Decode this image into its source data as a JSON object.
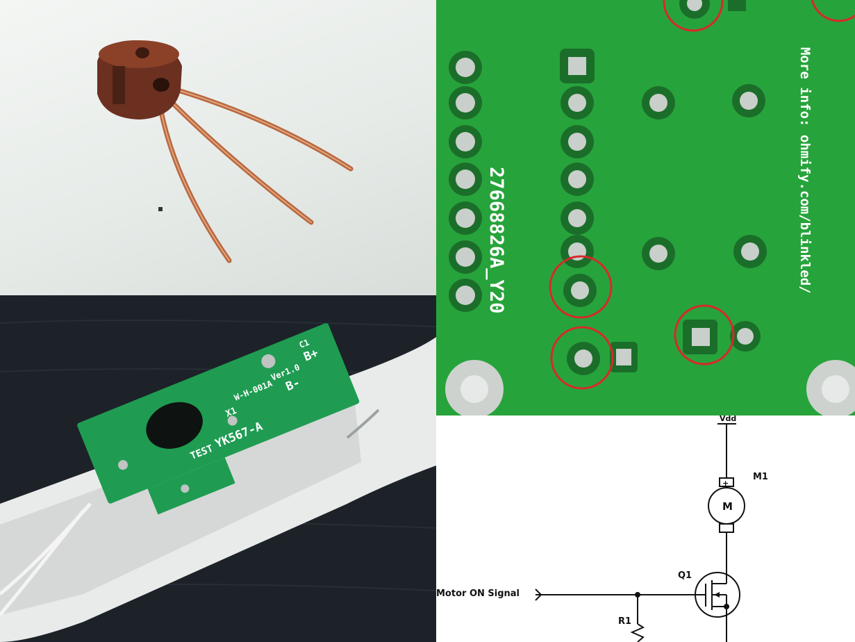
{
  "collage": {
    "panels": [
      {
        "id": "transistor-photo",
        "content": "photo"
      },
      {
        "id": "device-pcb-photo",
        "content": "photo"
      },
      {
        "id": "green-pcb-photo",
        "content": "photo"
      },
      {
        "id": "motor-schematic",
        "content": "diagram"
      }
    ]
  },
  "device_pcb": {
    "silkscreen_model": "YK567-A",
    "silkscreen_test": "TEST",
    "silkscreen_x1": "X1",
    "silkscreen_bplus": "B+",
    "silkscreen_bminus": "B-",
    "silkscreen_code": "W-H-001A",
    "silkscreen_ver": "Ver1.0",
    "silkscreen_c1": "C1"
  },
  "board": {
    "part_number": "27668826A_Y20",
    "more_info": "More info: ohmify.com/blinkled/"
  },
  "schematic": {
    "vdd_label": "Vdd",
    "motor_label": "M1",
    "motor_symbol": "M",
    "transistor_label": "Q1",
    "resistor_label": "R1",
    "signal_label": "Motor ON Signal",
    "plus_sign": "+"
  },
  "colors": {
    "pcb_green": "#27a33b",
    "highlight_circle": "#d62a2a",
    "copper": "#c4734f"
  }
}
